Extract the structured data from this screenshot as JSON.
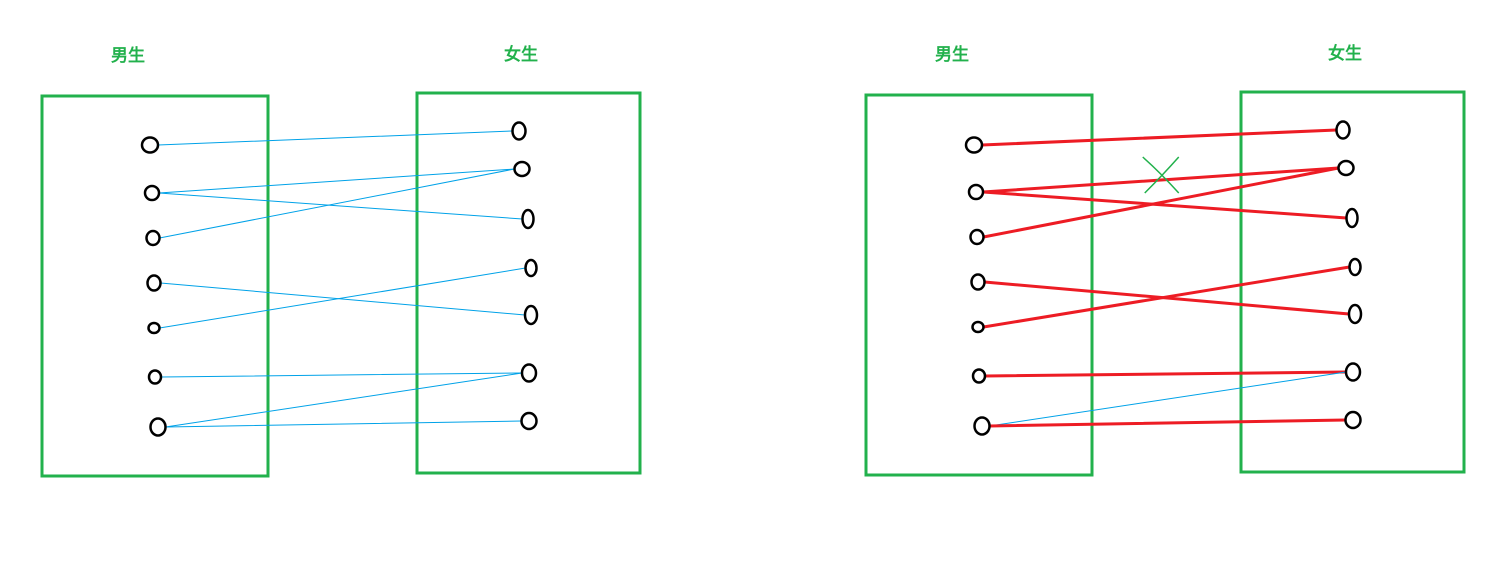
{
  "colors": {
    "background": "#ffffff",
    "box": "#22b14c",
    "label": "#22b14c",
    "node": "#000000",
    "edge_blue": "#00a2e8",
    "edge_red": "#ed1c24",
    "cross_mark": "#22b14c"
  },
  "diagrams": [
    {
      "left_label": "男生",
      "right_label": "女生",
      "edges": [
        {
          "from": 0,
          "to": 0,
          "color": "blue"
        },
        {
          "from": 1,
          "to": 1,
          "color": "blue"
        },
        {
          "from": 1,
          "to": 2,
          "color": "blue"
        },
        {
          "from": 2,
          "to": 1,
          "color": "blue"
        },
        {
          "from": 3,
          "to": 4,
          "color": "blue"
        },
        {
          "from": 4,
          "to": 3,
          "color": "blue"
        },
        {
          "from": 5,
          "to": 5,
          "color": "blue"
        },
        {
          "from": 6,
          "to": 5,
          "color": "blue"
        },
        {
          "from": 6,
          "to": 6,
          "color": "blue"
        }
      ],
      "cross_marks": []
    },
    {
      "left_label": "男生",
      "right_label": "女生",
      "edges": [
        {
          "from": 0,
          "to": 0,
          "color": "red"
        },
        {
          "from": 1,
          "to": 1,
          "color": "red"
        },
        {
          "from": 1,
          "to": 2,
          "color": "red"
        },
        {
          "from": 2,
          "to": 1,
          "color": "red"
        },
        {
          "from": 3,
          "to": 4,
          "color": "red"
        },
        {
          "from": 4,
          "to": 3,
          "color": "red"
        },
        {
          "from": 5,
          "to": 5,
          "color": "red"
        },
        {
          "from": 6,
          "to": 5,
          "color": "blue"
        },
        {
          "from": 6,
          "to": 6,
          "color": "red"
        }
      ],
      "cross_marks": [
        {
          "on_edge": {
            "from": 1,
            "to": 1
          }
        }
      ]
    }
  ]
}
